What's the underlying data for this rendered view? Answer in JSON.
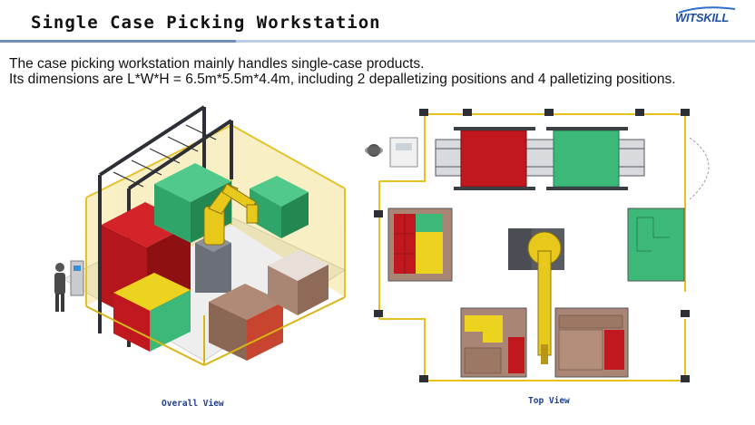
{
  "slide": {
    "title": "Single Case Picking Workstation",
    "logo_text": "WITSKILL",
    "intro_lines": [
      "The case picking workstation mainly handles single-case products.",
      "Its dimensions are L*W*H = 6.5m*5.5m*4.4m, including 2 depalletizing positions and 4 palletizing positions."
    ],
    "captions": {
      "overall": "Overall View",
      "top": "Top View"
    }
  },
  "colors": {
    "accent_blue": "#1f4fa0",
    "caption_blue": "#1f3f8f",
    "rule_light": "#b9cde4",
    "case_red": "#c0181e",
    "case_green": "#3cb878",
    "case_yellow": "#ecd31f",
    "pallet_brown": "#9c7764",
    "robot_yellow": "#e9c81c",
    "fence_yellow": "#e6c21a"
  }
}
